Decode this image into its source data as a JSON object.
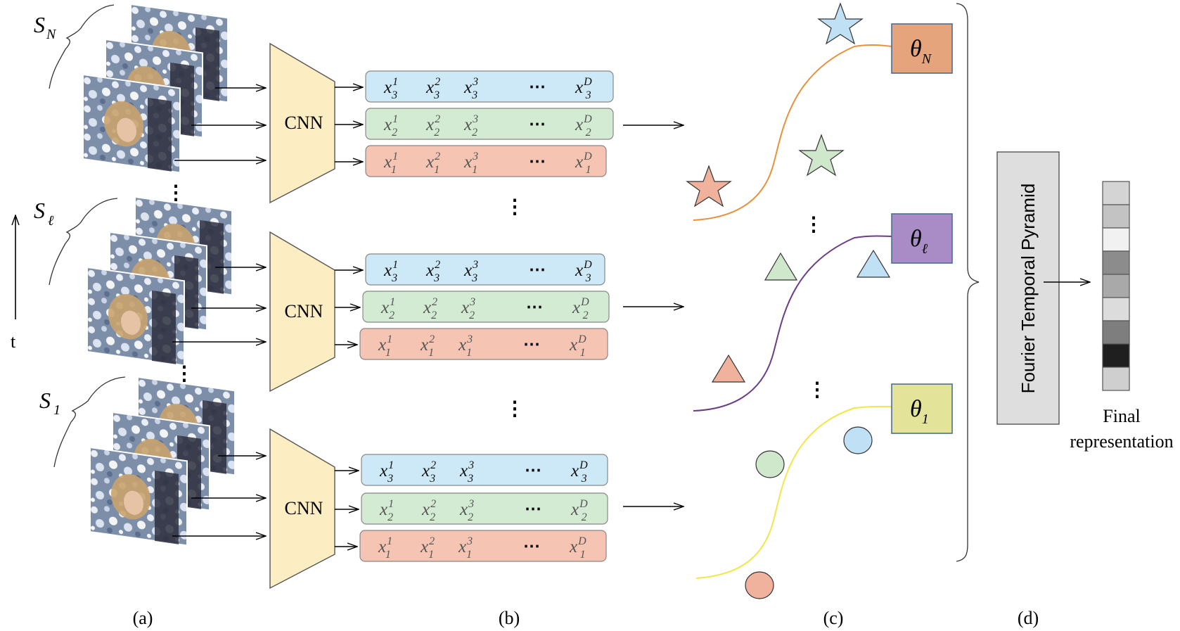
{
  "group_labels": [
    {
      "base": "S",
      "sub": "N"
    },
    {
      "base": "S",
      "sub": "ℓ"
    },
    {
      "base": "S",
      "sub": "1"
    }
  ],
  "time_axis_label": "t",
  "cnn_label": "CNN",
  "feature_rows": {
    "var": "x",
    "rows": [
      {
        "sub": "3",
        "color": "#cde8f7"
      },
      {
        "sub": "2",
        "color": "#d3ebd3"
      },
      {
        "sub": "1",
        "color": "#f6c4b3"
      }
    ],
    "superscripts": [
      "1",
      "2",
      "3",
      "D"
    ],
    "dots": "⋯"
  },
  "vertical_dots": "⋮",
  "thetas": [
    {
      "base": "θ",
      "sub": "N",
      "color": "#e6a47d"
    },
    {
      "base": "θ",
      "sub": "ℓ",
      "color": "#a98bc5"
    },
    {
      "base": "θ",
      "sub": "1",
      "color": "#e3e49a"
    }
  ],
  "curve_colors": [
    "#e8913d",
    "#6a3d86",
    "#f2e64a"
  ],
  "shape_colors": {
    "blue": "#bfe0f5",
    "green": "#cfe8cc",
    "red": "#f1b29d"
  },
  "pyramid_label": "Fourier Temporal Pyramid",
  "final_label_lines": [
    "Final",
    "representation"
  ],
  "final_vector_grays": [
    "#d4d4d4",
    "#c3c3c3",
    "#f1f1f1",
    "#8c8c8c",
    "#a9a9a9",
    "#dcdcdc",
    "#7e7e7e",
    "#1f1f1f",
    "#cfcfcf"
  ],
  "panel_labels": [
    "(a)",
    "(b)",
    "(c)",
    "(d)"
  ]
}
